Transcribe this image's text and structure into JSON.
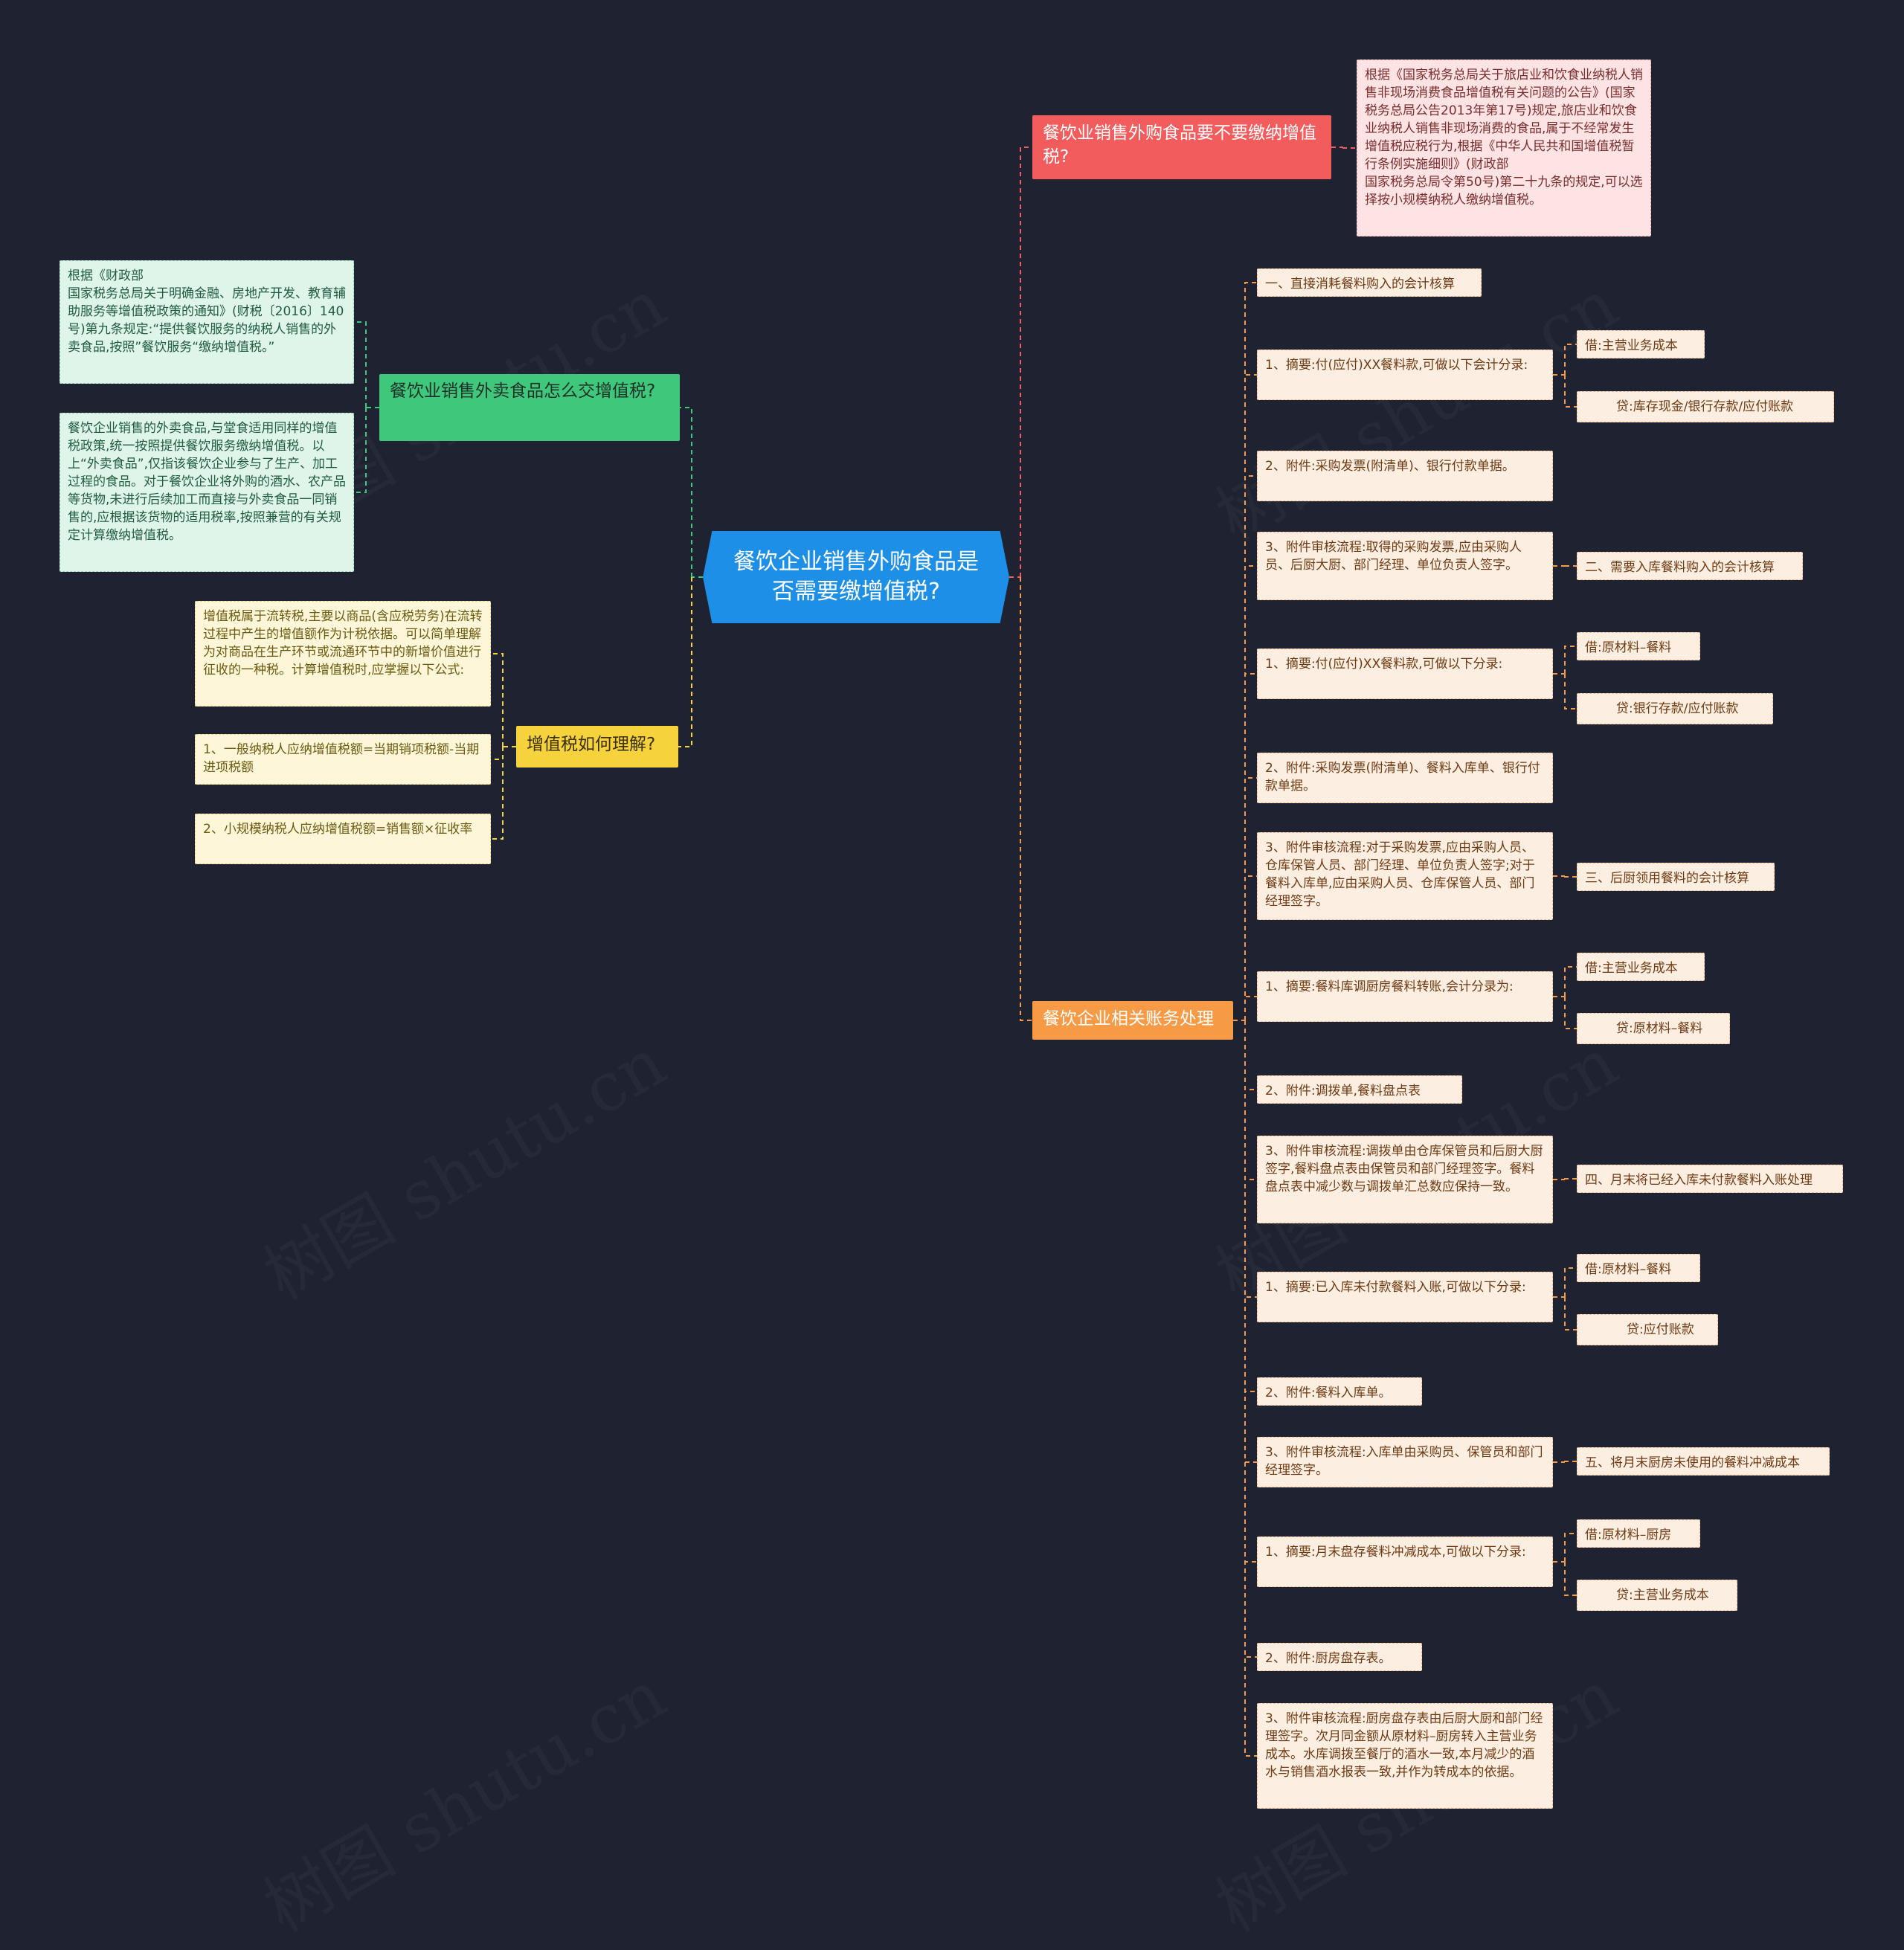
{
  "root": "餐饮企业销售外购食品是否需要缴增值税?",
  "branches": {
    "need_vat": "餐饮业销售外购食品要不要缴纳增值税?",
    "need_vat_leaf": "根据《国家税务总局关于旅店业和饮食业纳税人销售非现场消费食品增值税有关问题的公告》(国家税务总局公告2013年第17号)规定,旅店业和饮食业纳税人销售非现场消费的食品,属于不经常发生增值税应税行为,根据《中华人民共和国增值税暂行条例实施细则》(财政部\n国家税务总局令第50号)第二十九条的规定,可以选择按小规模纳税人缴纳增值税。",
    "accounting": "餐饮企业相关账务处理",
    "takeout": "餐饮业销售外卖食品怎么交增值税?",
    "takeout_leaf1": "根据《财政部\n国家税务总局关于明确金融、房地产开发、教育辅助服务等增值税政策的通知》(财税〔2016〕140号)第九条规定:“提供餐饮服务的纳税人销售的外卖食品,按照”餐饮服务“缴纳增值税。”",
    "takeout_leaf2": "餐饮企业销售的外卖食品,与堂食适用同样的增值税政策,统一按照提供餐饮服务缴纳增值税。以上“外卖食品”,仅指该餐饮企业参与了生产、加工过程的食品。对于餐饮企业将外购的酒水、农产品等货物,未进行后续加工而直接与外卖食品一同销售的,应根据该货物的适用税率,按照兼营的有关规定计算缴纳增值税。",
    "understand": "增值税如何理解?",
    "understand_leaf1": "增值税属于流转税,主要以商品(含应税劳务)在流转过程中产生的增值额作为计税依据。可以简单理解为对商品在生产环节或流通环节中的新增价值进行征收的一种税。计算增值税时,应掌握以下公式:",
    "understand_leaf2": "1、一般纳税人应纳增值税额=当期销项税额-当期进项税额",
    "understand_leaf3": "2、小规模纳税人应纳增值税额=销售额×征收率"
  },
  "accounting_items": {
    "a1": "一、直接消耗餐料购入的会计核算",
    "a2": "1、摘要:付(应付)XX餐料款,可做以下会计分录:",
    "a2_debit": "借:主营业务成本",
    "a2_credit": "贷:库存现金/银行存款/应付账款",
    "a3": "2、附件:采购发票(附清单)、银行付款单据。",
    "a4": "3、附件审核流程:取得的采购发票,应由采购人员、后厨大厨、部门经理、单位负责人签字。",
    "a4_next": "二、需要入库餐料购入的会计核算",
    "b1": "1、摘要:付(应付)XX餐料款,可做以下分录:",
    "b1_debit": "借:原材料–餐料",
    "b1_credit": "贷:银行存款/应付账款",
    "b2": "2、附件:采购发票(附清单)、餐料入库单、银行付款单据。",
    "b3": "3、附件审核流程:对于采购发票,应由采购人员、仓库保管人员、部门经理、单位负责人签字;对于餐料入库单,应由采购人员、仓库保管人员、部门经理签字。",
    "b3_next": "三、后厨领用餐料的会计核算",
    "c1": "1、摘要:餐料库调厨房餐料转账,会计分录为:",
    "c1_debit": "借:主营业务成本",
    "c1_credit": "贷:原材料–餐料",
    "c2": "2、附件:调拨单,餐料盘点表",
    "c3": "3、附件审核流程:调拨单由仓库保管员和后厨大厨签字,餐料盘点表由保管员和部门经理签字。餐料盘点表中减少数与调拨单汇总数应保持一致。",
    "c3_next": "四、月末将已经入库未付款餐料入账处理",
    "d1": "1、摘要:已入库未付款餐料入账,可做以下分录:",
    "d1_debit": "借:原材料–餐料",
    "d1_credit": "贷:应付账款",
    "d2": "2、附件:餐料入库单。",
    "d3": "3、附件审核流程:入库单由采购员、保管员和部门经理签字。",
    "d3_next": "五、将月末厨房未使用的餐料冲减成本",
    "e1": "1、摘要:月末盘存餐料冲减成本,可做以下分录:",
    "e1_debit": "借:原材料–厨房",
    "e1_credit": "贷:主营业务成本",
    "e2": "2、附件:厨房盘存表。",
    "e3": "3、附件审核流程:厨房盘存表由后厨大厨和部门经理签字。次月同金额从原材料–厨房转入主营业务成本。水库调拨至餐厅的酒水一致,本月减少的酒水与销售酒水报表一致,并作为转成本的依据。"
  },
  "watermark": "树图 shutu.cn",
  "colors": {
    "background": "#1f2230",
    "root": "#1e8fe6",
    "red": "#f25c5c",
    "orange": "#f79a45",
    "green": "#3fc77c",
    "yellow": "#f6d33d"
  }
}
